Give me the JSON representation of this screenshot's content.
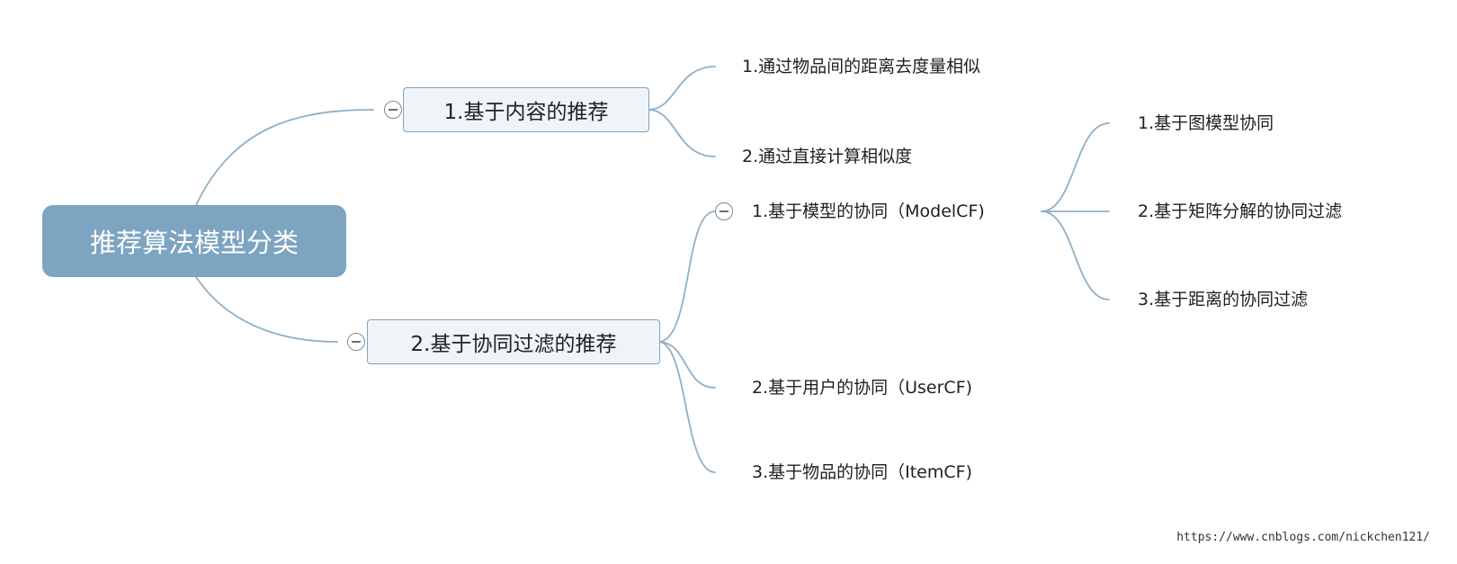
{
  "root": {
    "label": "推荐算法模型分类"
  },
  "branches": {
    "content": {
      "label": "1.基于内容的推荐",
      "children": [
        "1.通过物品间的距离去度量相似",
        "2.通过直接计算相似度"
      ]
    },
    "cf": {
      "label": "2.基于协同过滤的推荐",
      "model": {
        "label": "1.基于模型的协同（ModelCF)",
        "children": [
          "1.基于图模型协同",
          "2.基于矩阵分解的协同过滤",
          "3.基于距离的协同过滤"
        ]
      },
      "user": {
        "label": "2.基于用户的协同（UserCF)"
      },
      "item": {
        "label": "3.基于物品的协同（ItemCF)"
      }
    }
  },
  "watermark": "https://www.cnblogs.com/nickchen121/",
  "colors": {
    "root_fill": "#7da4c1",
    "branch_fill": "#eef4f8",
    "branch_border": "#7fa4bf",
    "connector": "#8eb0c8"
  },
  "icons": {
    "collapse": "collapse-minus-icon"
  }
}
